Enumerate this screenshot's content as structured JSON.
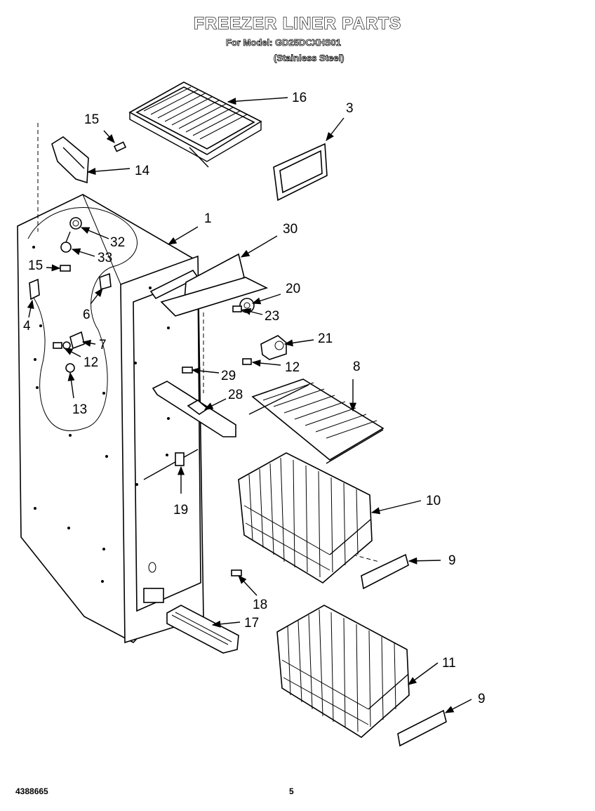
{
  "header": {
    "title": "FREEZER LINER PARTS",
    "subtitle": "For Model: GD25DCXHS01",
    "variant": "(Stainless Steel)"
  },
  "footer": {
    "doc_number": "4388665",
    "page_number": "5"
  },
  "callouts": [
    "16",
    "3",
    "15",
    "14",
    "1",
    "30",
    "32",
    "33",
    "15",
    "20",
    "23",
    "6",
    "4",
    "21",
    "7",
    "12",
    "12",
    "8",
    "29",
    "13",
    "28",
    "19",
    "10",
    "9",
    "18",
    "17",
    "11",
    "9"
  ]
}
